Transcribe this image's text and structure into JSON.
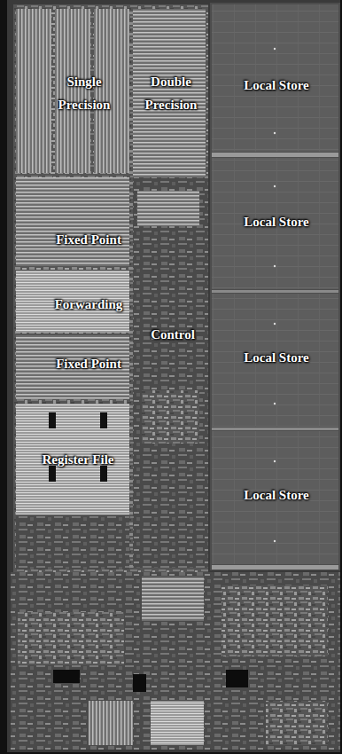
{
  "diagram": {
    "labels": [
      "Single Precision",
      "Double Precision",
      "Local Store",
      "Local Store",
      "Fixed Point",
      "Forwarding",
      "Control",
      "Local Store",
      "Fixed Point",
      "Register File",
      "Local Store"
    ]
  }
}
